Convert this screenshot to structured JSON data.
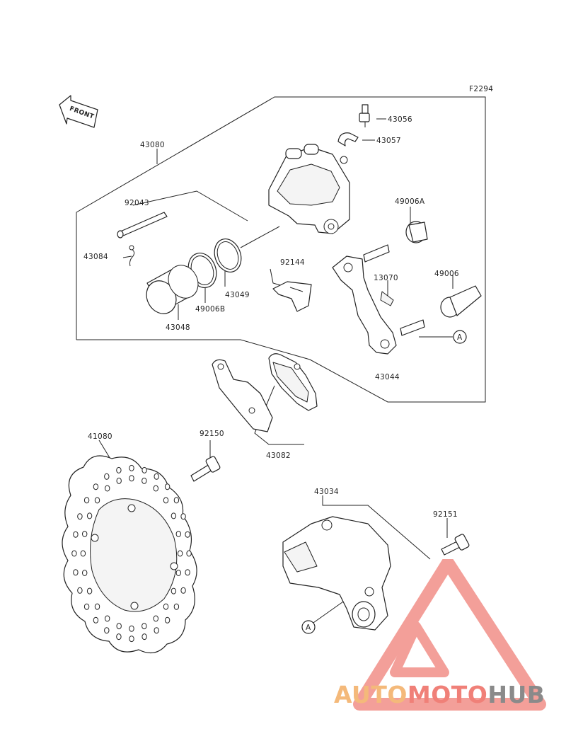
{
  "figure_code": "F2294",
  "front_arrow_label": "FRONT",
  "parts": [
    {
      "id": "43056"
    },
    {
      "id": "43057"
    },
    {
      "id": "43080"
    },
    {
      "id": "92043"
    },
    {
      "id": "43084"
    },
    {
      "id": "49006A"
    },
    {
      "id": "92144"
    },
    {
      "id": "13070"
    },
    {
      "id": "43049"
    },
    {
      "id": "49006B"
    },
    {
      "id": "49006"
    },
    {
      "id": "43048"
    },
    {
      "id": "43044"
    },
    {
      "id": "43082"
    },
    {
      "id": "41080"
    },
    {
      "id": "92150"
    },
    {
      "id": "43034"
    },
    {
      "id": "92151"
    }
  ],
  "reference_marks": [
    "A",
    "A"
  ],
  "watermark": {
    "brand_parts": [
      "AUTO",
      "MOTO",
      "HUB"
    ],
    "colors": {
      "auto": "#f4b97a",
      "moto": "#f08078",
      "hub": "#8a8a8a",
      "triangle": "#f08078"
    }
  }
}
